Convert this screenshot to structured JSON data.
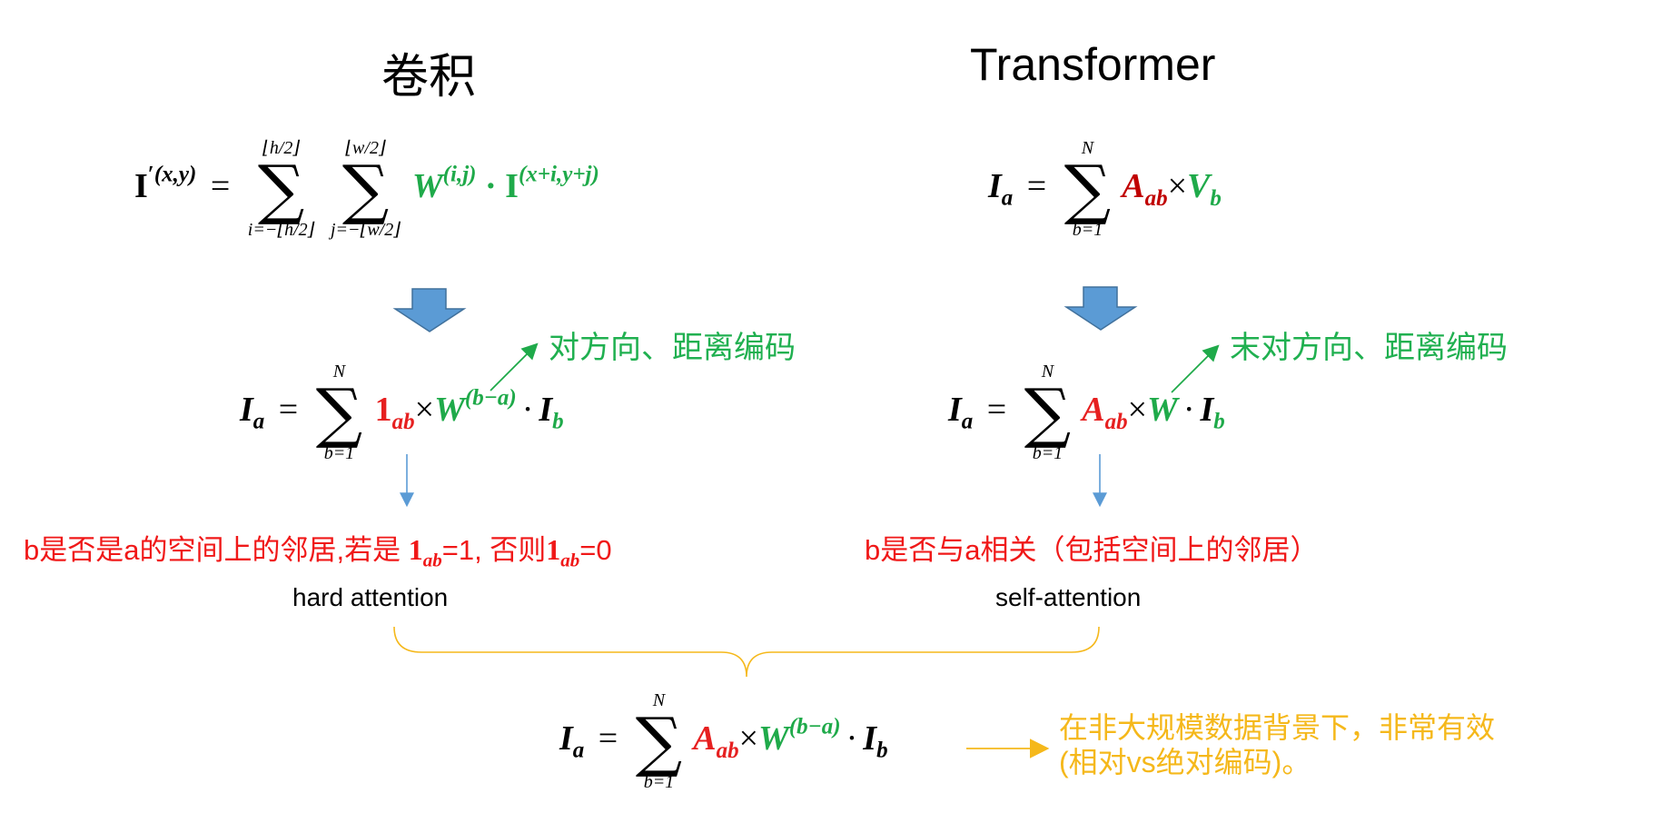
{
  "titles": {
    "left": "卷积",
    "right": "Transformer"
  },
  "notes": {
    "left_green": "对方向、距离编码",
    "right_green": "末对方向、距离编码",
    "left_red_1": "b是否是a的空间上的邻居,若是 ",
    "left_red_2": "=1, 否则",
    "left_red_3": "=0",
    "right_red": "b是否与a相关（包括空间上的邻居）",
    "left_label": "hard attention",
    "right_label": "self-attention",
    "bottom_yellow_1": "在非大规模数据背景下，非常有效",
    "bottom_yellow_2": "(相对vs绝对编码)。"
  },
  "colors": {
    "red": "#e62020",
    "green": "#1faa4a",
    "yellow": "#f5b81b",
    "arrow_blue": "#5b9bd5"
  }
}
